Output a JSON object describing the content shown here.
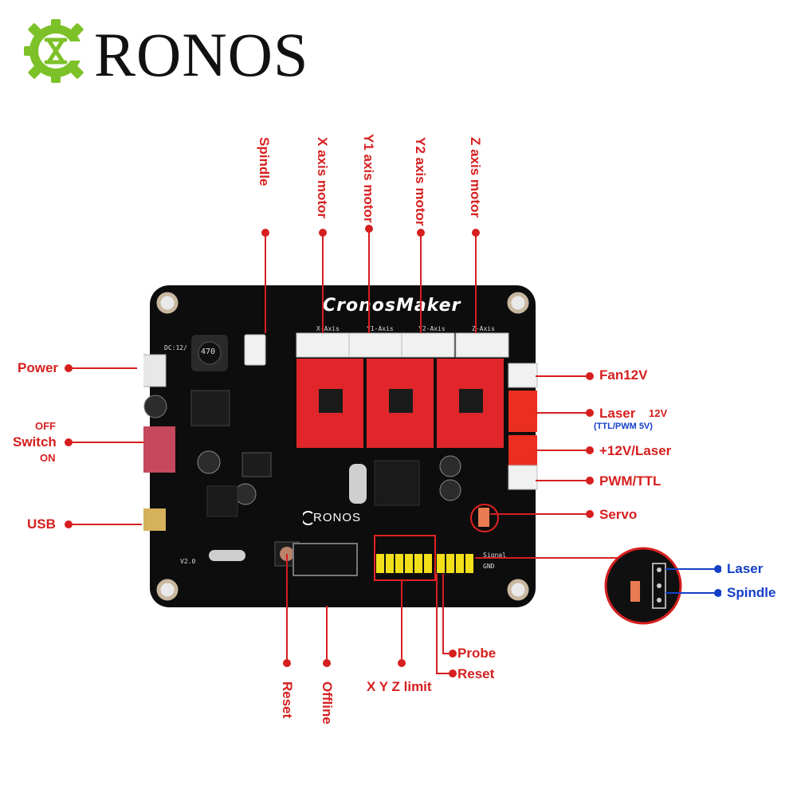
{
  "logo": {
    "text": "RONOS",
    "icon": "hourglass-gear-icon",
    "color": "#7dc128"
  },
  "board": {
    "brand": "CronosMaker",
    "silk_brand": "RONOS",
    "axis_silk": [
      "X-Axis",
      "Y1-Axis",
      "Y2-Axis",
      "Z-Axis"
    ],
    "dc_silk": "DC:12/",
    "signal_silk": "Signal",
    "gnd_silk": "GND",
    "version_silk": "V2.0",
    "inductor_silk": "470"
  },
  "top_labels": {
    "spindle": "Spindle",
    "x_motor": "X axis motor",
    "y1_motor": "Y1 axis motor",
    "y2_motor": "Y2 axis motor",
    "z_motor": "Z axis motor"
  },
  "left_labels": {
    "power": "Power",
    "off": "OFF",
    "switch": "Switch",
    "on": "ON",
    "usb": "USB"
  },
  "right_labels": {
    "fan": "Fan12V",
    "laser": "Laser",
    "laser_v": "12V",
    "laser_sub": "(TTL/PWM 5V)",
    "plus12": "+12V/Laser",
    "pwm": "PWM/TTL",
    "servo": "Servo"
  },
  "inset_labels": {
    "laser": "Laser",
    "spindle": "Spindle"
  },
  "bottom_labels": {
    "reset": "Reset",
    "offline": "Offline",
    "xyz_limit": "X Y Z limit",
    "probe": "Probe",
    "reset2": "Reset"
  },
  "colors": {
    "label_red": "#d61f1f",
    "label_blue": "#1440c8",
    "board": "#0d0d0d",
    "driver_red": "#e0262a",
    "header_yellow": "#f2df1a"
  }
}
